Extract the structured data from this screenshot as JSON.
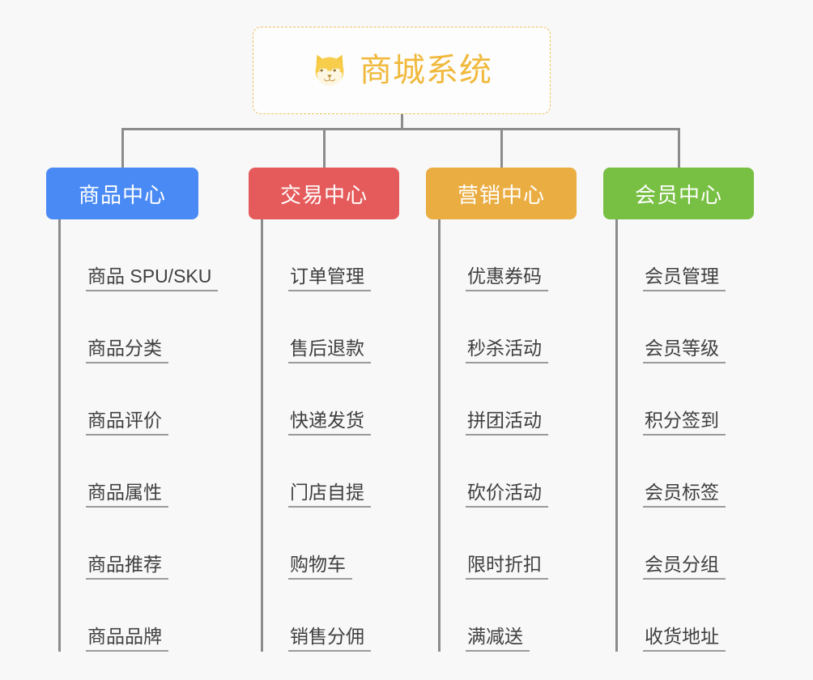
{
  "root": {
    "title": "商城系统",
    "icon": "shiba-dog-icon",
    "border_color": "#f0c060",
    "text_color": "#f0b93c"
  },
  "connector_color": "#8c8c8c",
  "background_color": "#f8f8f8",
  "columns": [
    {
      "key": "product-center",
      "label": "商品中心",
      "color": "#4a8af4",
      "items": [
        "商品 SPU/SKU",
        "商品分类",
        "商品评价",
        "商品属性",
        "商品推荐",
        "商品品牌"
      ]
    },
    {
      "key": "trade-center",
      "label": "交易中心",
      "color": "#e55b5b",
      "items": [
        "订单管理",
        "售后退款",
        "快递发货",
        "门店自提",
        "购物车",
        "销售分佣"
      ]
    },
    {
      "key": "marketing-center",
      "label": "营销中心",
      "color": "#eaad42",
      "items": [
        "优惠券码",
        "秒杀活动",
        "拼团活动",
        "砍价活动",
        "限时折扣",
        "满减送"
      ]
    },
    {
      "key": "member-center",
      "label": "会员中心",
      "color": "#78c council",
      "items": [
        "会员管理",
        "会员等级",
        "积分签到",
        "会员标签",
        "会员分组",
        "收货地址"
      ]
    }
  ]
}
